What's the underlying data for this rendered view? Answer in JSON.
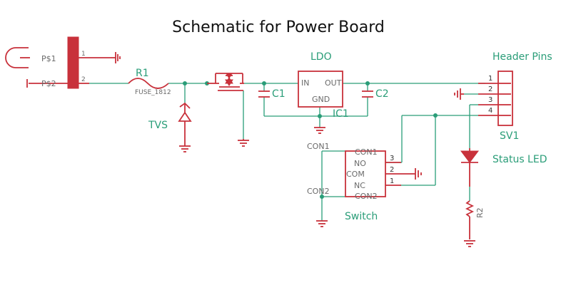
{
  "title": "Schematic for Power Board",
  "labels": {
    "ldo": "LDO",
    "header_pins": "Header Pins",
    "tvs": "TVS",
    "status_led": "Status LED",
    "switch": "Switch"
  },
  "input_connector": {
    "pin1_name": "P$1",
    "pin2_name": "P$2",
    "pin1_num": "1",
    "pin2_num": "2"
  },
  "fuse": {
    "ref": "R1",
    "value": "FUSE_1812"
  },
  "ic1": {
    "ref": "IC1",
    "pin_in": "IN",
    "pin_out": "OUT",
    "pin_gnd": "GND"
  },
  "c1": {
    "ref": "C1"
  },
  "c2": {
    "ref": "C2"
  },
  "header": {
    "ref": "SV1",
    "pins": [
      "1",
      "2",
      "3",
      "4"
    ]
  },
  "switch_part": {
    "con1_left": "CON1",
    "con2_left": "CON2",
    "con1_right": "CON1",
    "con2_right": "CON2",
    "no": "NO",
    "com": "COM",
    "nc": "NC",
    "pin3": "3",
    "pin2": "2",
    "pin1": "1"
  },
  "r2": {
    "ref": "R2"
  }
}
